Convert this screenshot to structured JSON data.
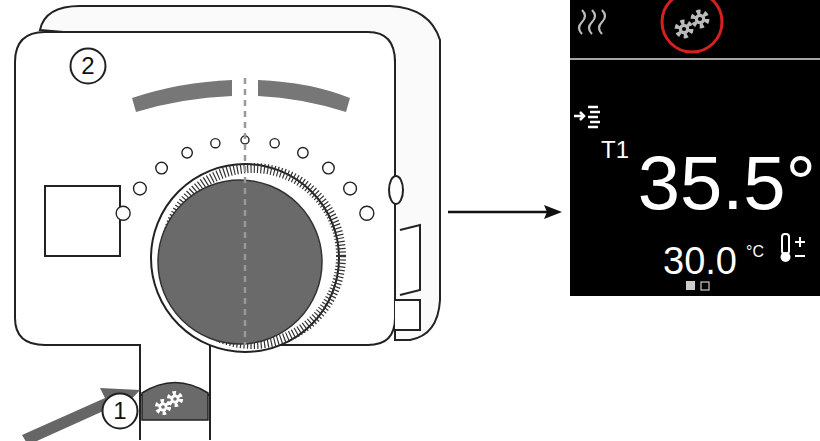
{
  "diagram": {
    "nodes": [
      {
        "text": [
          "2"
        ]
      },
      {
        "text": [
          "1"
        ]
      },
      {
        "text": [
          "T1",
          "35.5°",
          "30.0",
          "°C"
        ]
      }
    ]
  }
}
